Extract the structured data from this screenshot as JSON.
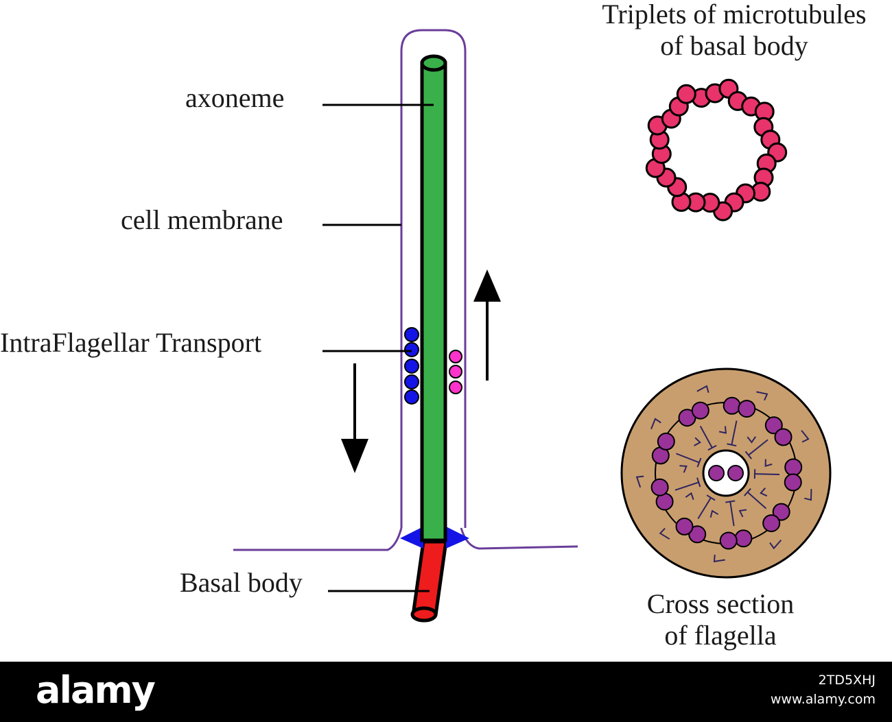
{
  "labels": {
    "axoneme": "axoneme",
    "cell_membrane": "cell membrane",
    "ift": "IntraFlagellar Transport",
    "basal_body": "Basal body",
    "triplets_line1": "Triplets of microtubules",
    "triplets_line2": "of basal body",
    "cross_line1": "Cross section",
    "cross_line2": "of flagella"
  },
  "footer": {
    "brand": "alamy",
    "image_id": "2TD5XHJ",
    "url": "www.alamy.com"
  },
  "colors": {
    "membrane": "#6a3d9a",
    "axoneme": "#3ab04a",
    "basal_body": "#ee1c1c",
    "ift_retrograde": "#1414e6",
    "ift_anterograde": "#ff33cc",
    "triplet": "#e8336b",
    "cross_section_bg": "#c99e6e",
    "cross_section_doublet": "#993399",
    "cross_section_spoke": "#2d2460"
  },
  "icons": [
    "arrow-up-icon",
    "arrow-down-icon"
  ]
}
